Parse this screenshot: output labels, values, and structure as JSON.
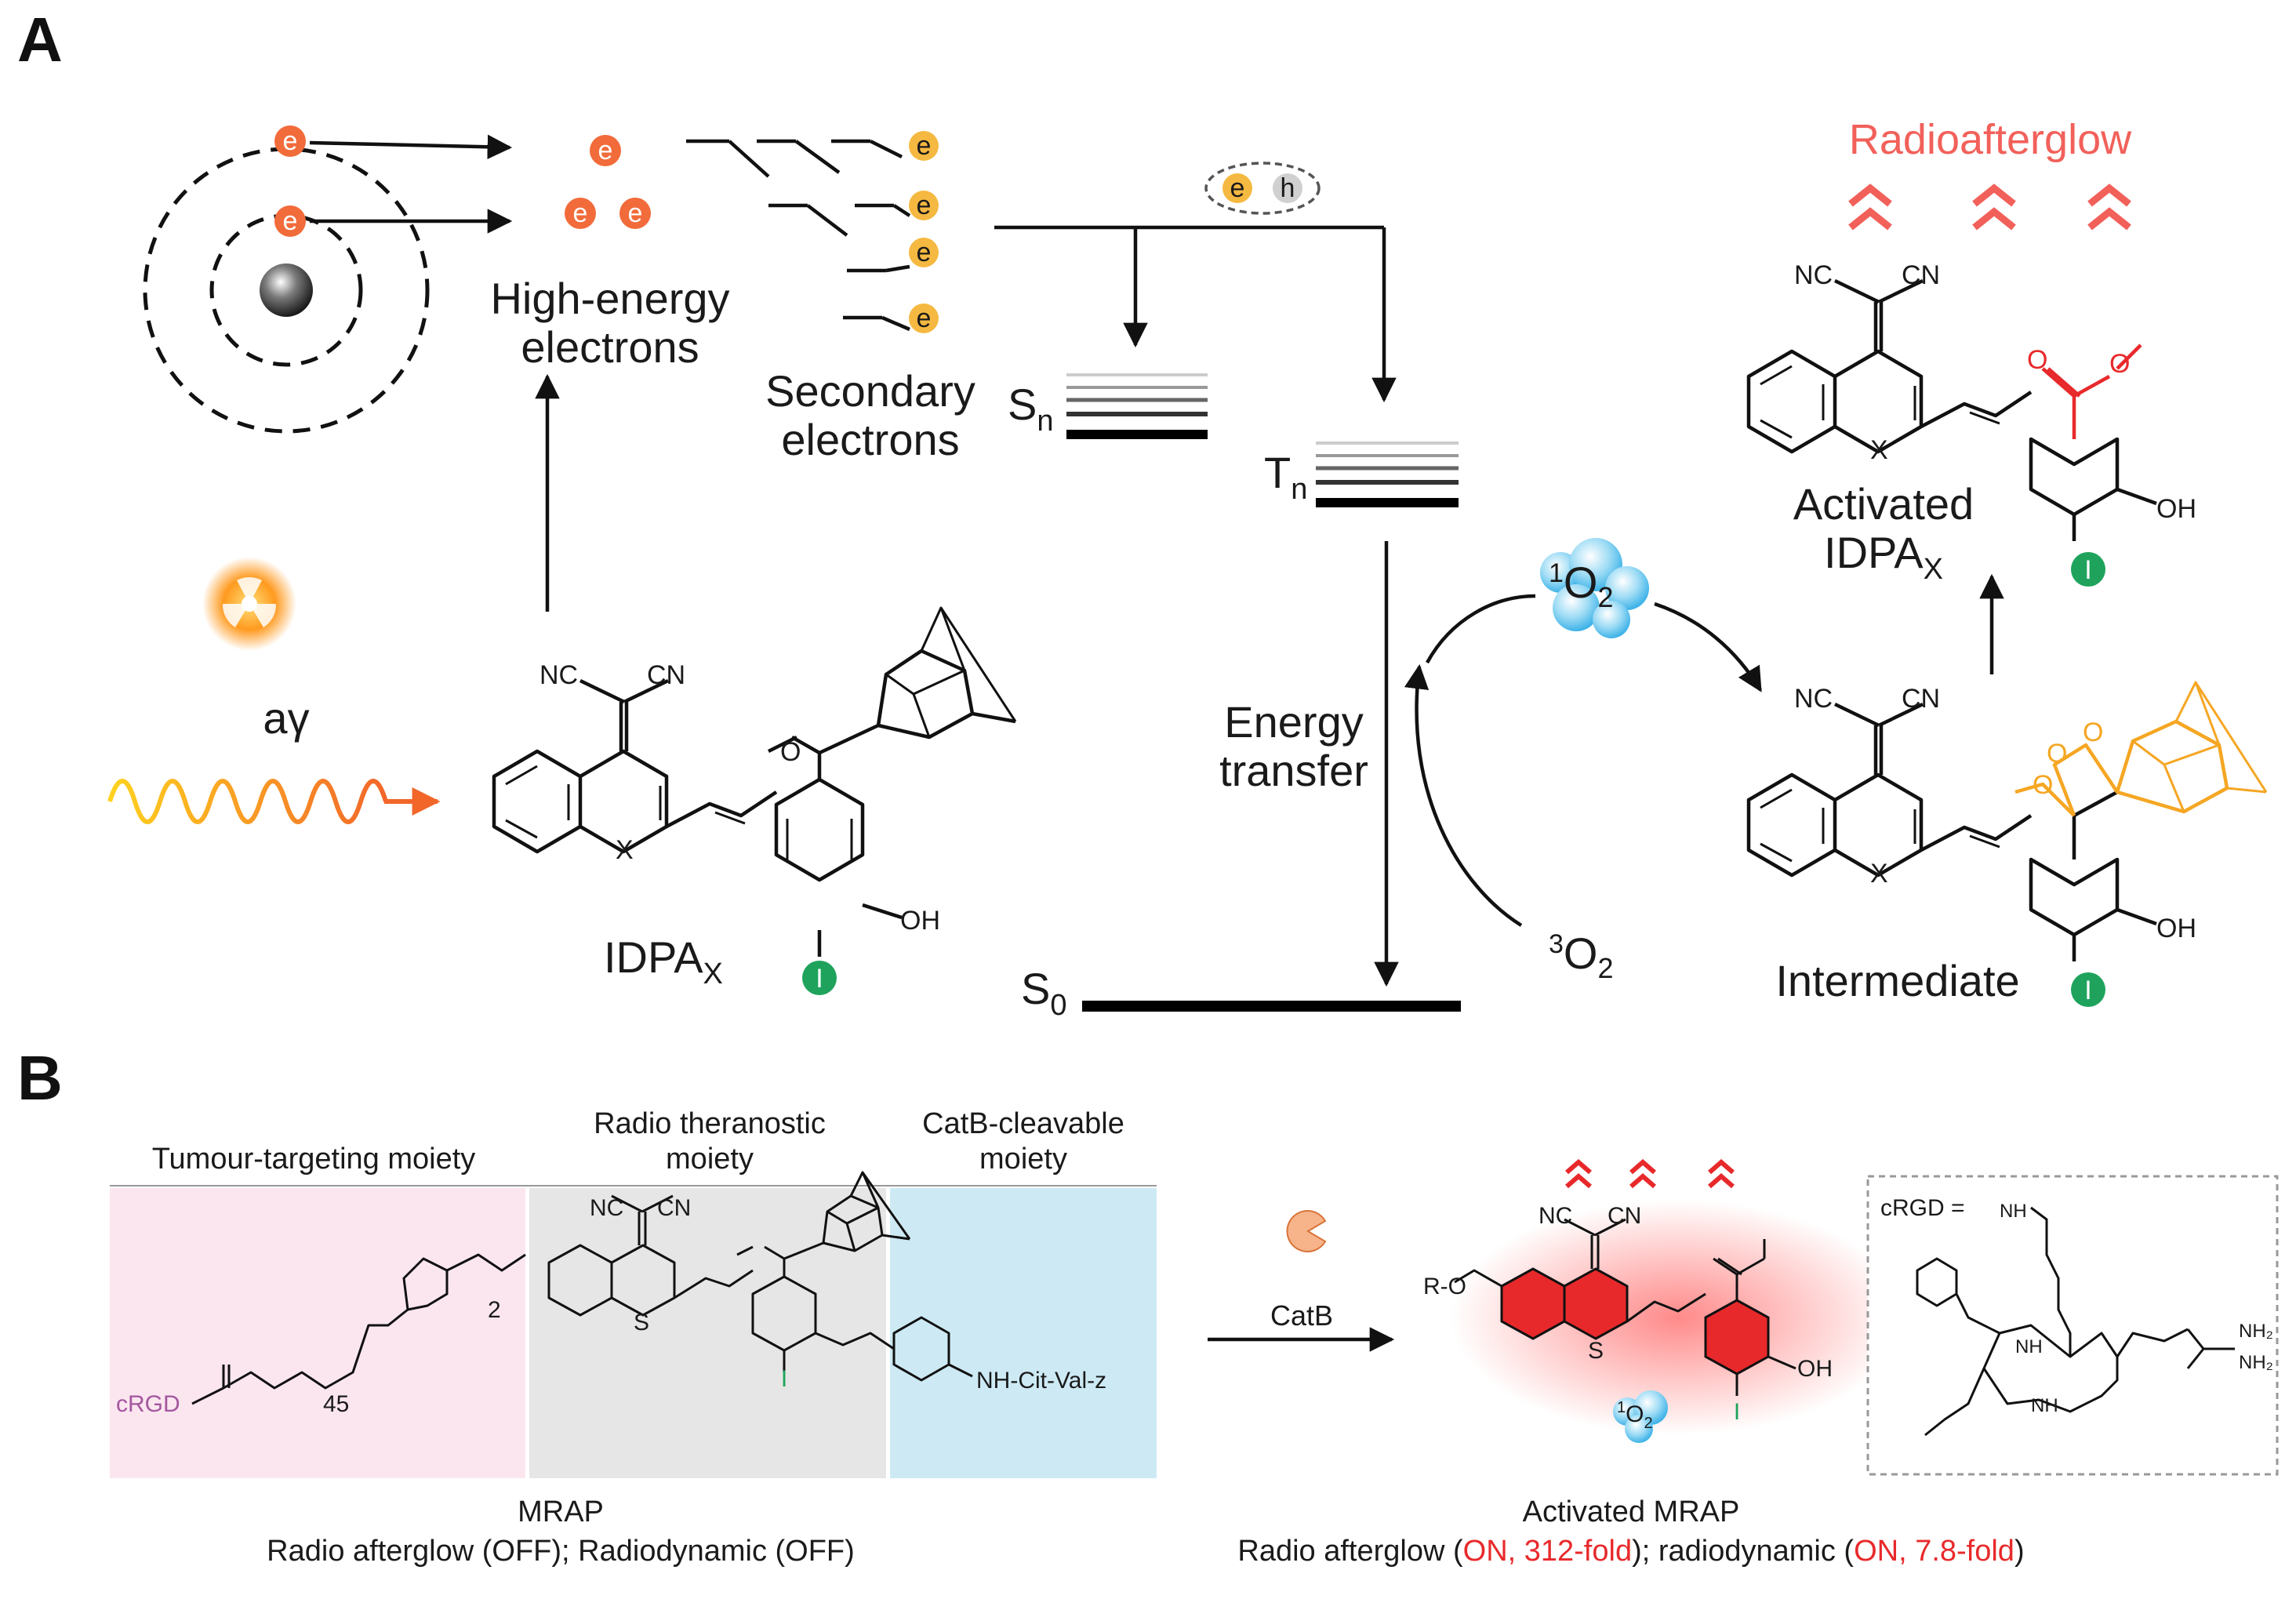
{
  "panel_a": {
    "letter": "A",
    "electron_symbol": "e",
    "hole_symbol": "h",
    "high_energy_label_1": "High-energy",
    "high_energy_label_2": "electrons",
    "secondary_label_1": "Secondary",
    "secondary_label_2": "electrons",
    "sn_label": "S",
    "sn_sub": "n",
    "tn_label": "T",
    "tn_sub": "n",
    "s0_label": "S",
    "s0_sub": "0",
    "ray_label": "aγ",
    "energy_transfer_1": "Energy",
    "energy_transfer_2": "transfer",
    "singlet_oxygen_sup": "1",
    "singlet_oxygen": "O",
    "singlet_oxygen_sub": "2",
    "triplet_oxygen_sup": "3",
    "triplet_oxygen": "O",
    "triplet_oxygen_sub": "2",
    "radioafterglow": "Radioafterglow",
    "idpa_label": "IDPA",
    "idpa_sub": "X",
    "activated_label_1": "Activated",
    "activated_label_2": "IDPA",
    "activated_sub": "X",
    "intermediate_label": "Intermediate",
    "nc": "NC",
    "cn": "CN",
    "x_atom": "X",
    "oh": "OH",
    "iodine": "I",
    "methoxy_o": "O"
  },
  "panel_b": {
    "letter": "B",
    "moiety_targeting": "Tumour-targeting moiety",
    "moiety_theranostic_1": "Radio theranostic",
    "moiety_theranostic_2": "moiety",
    "moiety_cleavable_1": "CatB-cleavable",
    "moiety_cleavable_2": "moiety",
    "crgd": "cRGD",
    "peg_n": "45",
    "linker_n": "2",
    "s_atom": "S",
    "peptide": "NH-Cit-Val-z",
    "catb": "CatB",
    "r_o": "R-O",
    "crgd_eq": "cRGD =",
    "nh": "NH",
    "nh2": "NH₂",
    "mrap_title": "MRAP",
    "mrap_status": "Radio afterglow (OFF); Radiodynamic (OFF)",
    "activated_title": "Activated MRAP",
    "activated_status_a": "Radio afterglow (",
    "activated_status_b": "ON, 312-fold",
    "activated_status_c": "); radiodynamic (",
    "activated_status_d": "ON, 7.8-fold",
    "activated_status_e": ")"
  },
  "colors": {
    "electron_orange": "#f26b3a",
    "electron_yellow": "#f5b941",
    "afterglow_red": "#f2605a",
    "dioxetane_orange": "#f5a623",
    "ester_red": "#e8292b",
    "iodine_green": "#1fa35c",
    "targeting_bg": "#fbe6f0",
    "theranostic_bg": "#e6e6e6",
    "cleavable_bg": "#cdeaf4",
    "crgd_purple": "#a4579f"
  }
}
